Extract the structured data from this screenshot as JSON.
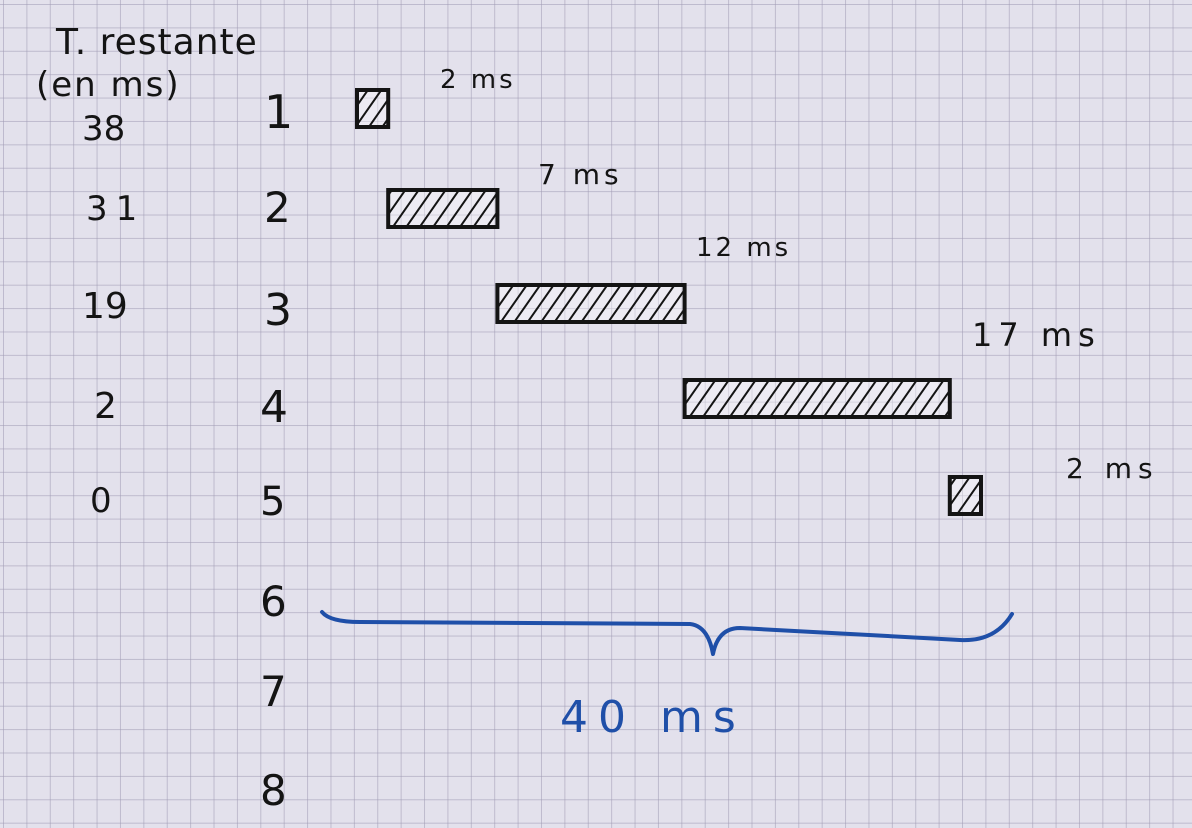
{
  "header": {
    "line1": "T. restante",
    "line2": "(en ms)"
  },
  "rows": [
    {
      "remaining": "38",
      "index": "1",
      "duration": 2,
      "duration_label": "2 ms"
    },
    {
      "remaining": "31",
      "index": "2",
      "duration": 7,
      "duration_label": "7 ms"
    },
    {
      "remaining": "19",
      "index": "3",
      "duration": 12,
      "duration_label": "12 ms"
    },
    {
      "remaining": "2",
      "index": "4",
      "duration": 17,
      "duration_label": "17 ms"
    },
    {
      "remaining": "0",
      "index": "5",
      "duration": 2,
      "duration_label": "2 ms"
    }
  ],
  "extra_indices": [
    "6",
    "7",
    "8"
  ],
  "total": {
    "label": "40 ms",
    "value": 40
  },
  "colors": {
    "ink": "#141414",
    "blue_ink": "#1f4fa8",
    "paper": "#e3e1ec",
    "grid": "#a09bb4"
  }
}
